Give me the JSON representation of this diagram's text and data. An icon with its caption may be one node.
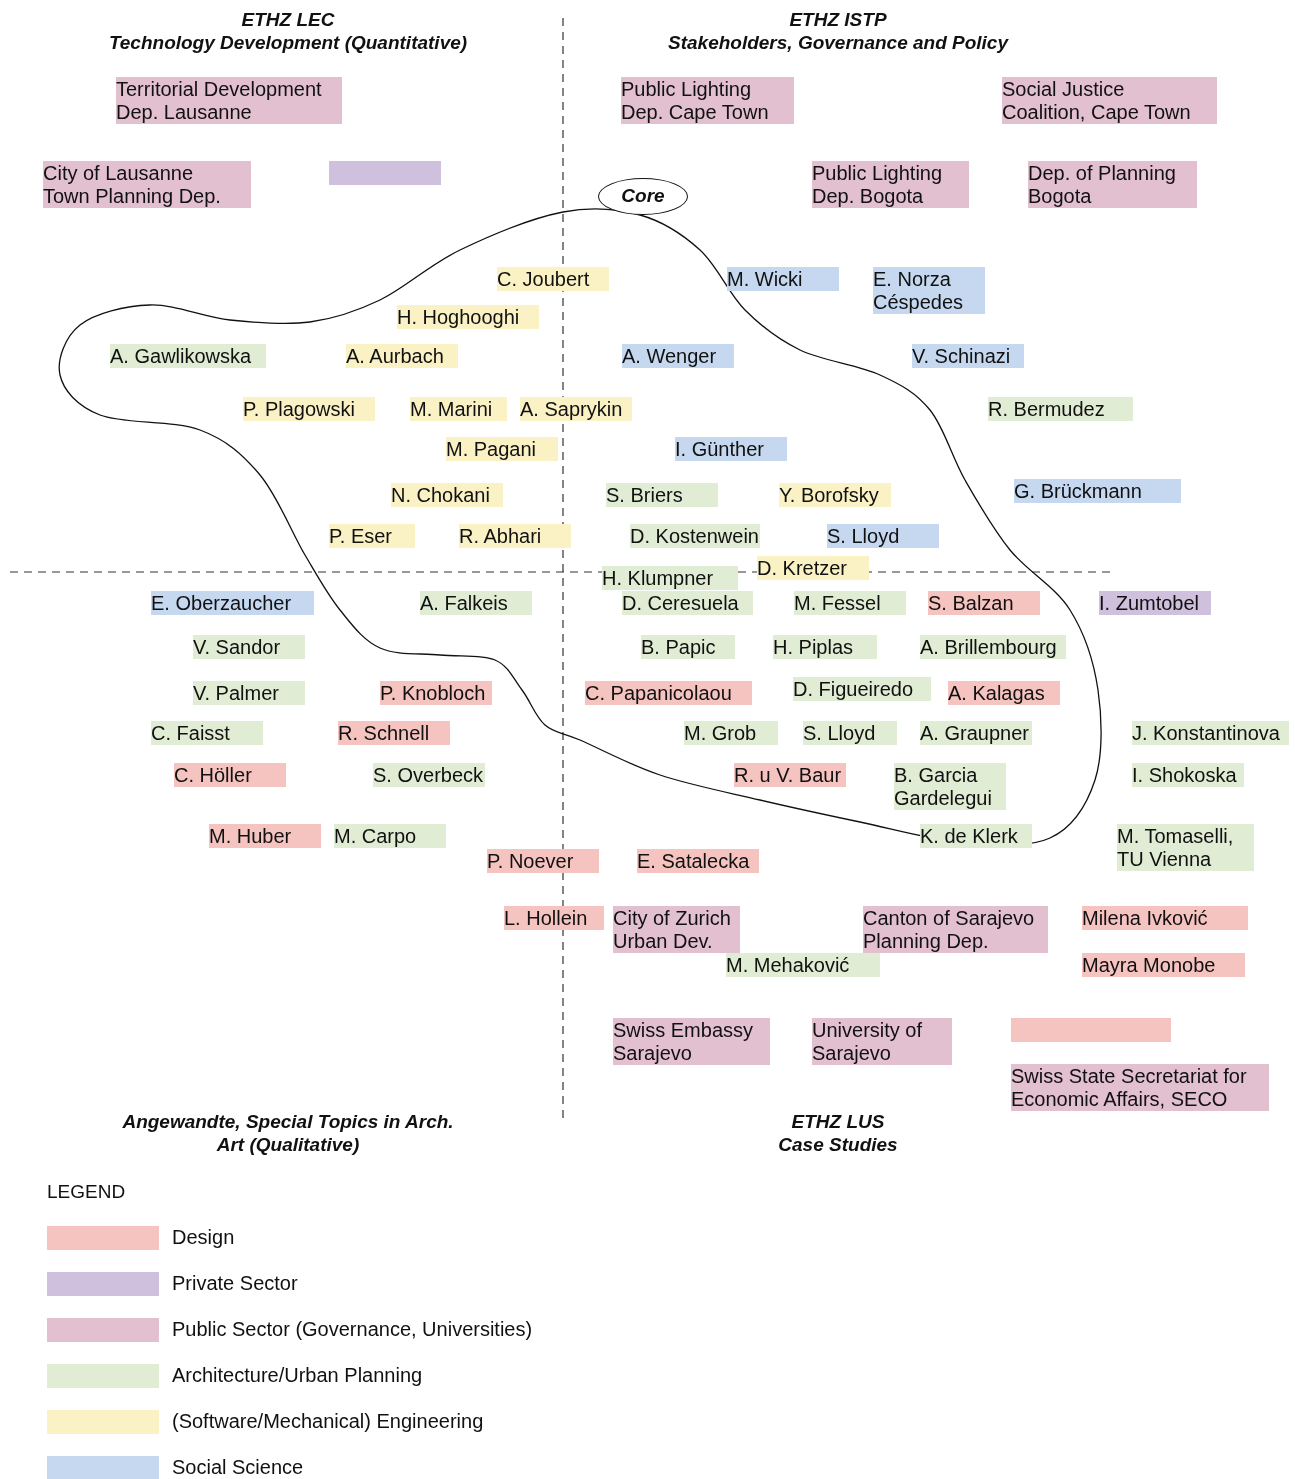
{
  "diagram": {
    "nodes": [
      {
        "text": [
          "Territorial Development Dep. Lausanne"
        ]
      },
      {
        "text": [
          "City of Lausanne Town Planning Dep."
        ]
      },
      {
        "text": [],
        "shape": "box"
      },
      {
        "text": [
          "Public Lighting Dep. Cape Town"
        ]
      },
      {
        "text": [
          "Social Justice Coalition, Cape Town"
        ]
      },
      {
        "text": [
          "Public Lighting Dep. Bogota"
        ]
      },
      {
        "text": [
          "Dep. of Planning Bogota"
        ]
      },
      {
        "text": [
          "Core"
        ]
      },
      {
        "text": [
          "C. Joubert"
        ]
      },
      {
        "text": [
          "M. Wicki"
        ]
      },
      {
        "text": [
          "E. Norza Céspedes"
        ]
      },
      {
        "text": [
          "H. Hoghooghi"
        ]
      },
      {
        "text": [
          "A. Gawlikowska"
        ]
      },
      {
        "text": [
          "A. Aurbach"
        ]
      },
      {
        "text": [
          "A. Wenger"
        ]
      },
      {
        "text": [
          "V. Schinazi"
        ]
      },
      {
        "text": [
          "P. Plagowski"
        ]
      },
      {
        "text": [
          "M. Marini"
        ]
      },
      {
        "text": [
          "A. Saprykin"
        ]
      },
      {
        "text": [
          "R. Bermudez"
        ]
      },
      {
        "text": [
          "M. Pagani"
        ]
      },
      {
        "text": [
          "I. Günther"
        ]
      },
      {
        "text": [
          "G. Brückmann"
        ]
      },
      {
        "text": [
          "N. Chokani"
        ]
      },
      {
        "text": [
          "S. Briers"
        ]
      },
      {
        "text": [
          "Y. Borofsky"
        ]
      },
      {
        "text": [
          "P. Eser"
        ]
      },
      {
        "text": [
          "R. Abhari"
        ]
      },
      {
        "text": [
          "D. Kostenwein"
        ]
      },
      {
        "text": [
          "S. Lloyd"
        ]
      },
      {
        "text": [
          "D. Kretzer"
        ]
      },
      {
        "text": [
          "H. Klumpner"
        ]
      },
      {
        "text": [
          "E. Oberzaucher"
        ]
      },
      {
        "text": [
          "A. Falkeis"
        ]
      },
      {
        "text": [
          "D. Ceresuela"
        ]
      },
      {
        "text": [
          "M. Fessel"
        ]
      },
      {
        "text": [
          "S. Balzan"
        ]
      },
      {
        "text": [
          "I. Zumtobel"
        ]
      },
      {
        "text": [
          "V. Sandor"
        ]
      },
      {
        "text": [
          "B. Papic"
        ]
      },
      {
        "text": [
          "H. Piplas"
        ]
      },
      {
        "text": [
          "A. Brillembourg"
        ]
      },
      {
        "text": [
          "V. Palmer"
        ]
      },
      {
        "text": [
          "P. Knobloch"
        ]
      },
      {
        "text": [
          "C. Papanicolaou"
        ]
      },
      {
        "text": [
          "D. Figueiredo"
        ]
      },
      {
        "text": [
          "A. Kalagas"
        ]
      },
      {
        "text": [
          "C. Faisst"
        ]
      },
      {
        "text": [
          "R. Schnell"
        ]
      },
      {
        "text": [
          "M. Grob"
        ]
      },
      {
        "text": [
          "S. Lloyd"
        ]
      },
      {
        "text": [
          "A. Graupner"
        ]
      },
      {
        "text": [
          "J. Konstantinova"
        ]
      },
      {
        "text": [
          "C. Höller"
        ]
      },
      {
        "text": [
          "S. Overbeck"
        ]
      },
      {
        "text": [
          "R. u V. Baur"
        ]
      },
      {
        "text": [
          "B. Garcia Gardelegui"
        ]
      },
      {
        "text": [
          "I. Shokoska"
        ]
      },
      {
        "text": [
          "M. Huber"
        ]
      },
      {
        "text": [
          "M. Carpo"
        ]
      },
      {
        "text": [
          "K. de Klerk"
        ]
      },
      {
        "text": [
          "M. Tomaselli, TU Vienna"
        ]
      },
      {
        "text": [
          "P. Noever"
        ]
      },
      {
        "text": [
          "E. Satalecka"
        ]
      },
      {
        "text": [
          "L. Hollein"
        ]
      },
      {
        "text": [
          "City of Zurich Urban Dev."
        ]
      },
      {
        "text": [
          "Canton of Sarajevo Planning Dep."
        ]
      },
      {
        "text": [
          "Milena Ivković"
        ]
      },
      {
        "text": [
          "M. Mehaković"
        ]
      },
      {
        "text": [
          "Mayra Monobe"
        ]
      },
      {
        "text": [
          "Swiss Embassy Sarajevo"
        ]
      },
      {
        "text": [
          "University of Sarajevo"
        ]
      },
      {
        "text": [],
        "shape": "box"
      },
      {
        "text": [
          "Swiss State Secretariat for Economic Affairs, SECO"
        ]
      }
    ],
    "labels": [
      "ETHZ LEC",
      "Technology Development (Quantitative)",
      "ETHZ ISTP",
      "Stakeholders, Governance and Policy",
      "Angewandte, Special Topics in Arch.",
      "Art (Qualitative)",
      "ETHZ LUS",
      "Case Studies",
      "LEGEND"
    ],
    "legend": [
      {
        "text": "Design",
        "color": "#f5c4c0"
      },
      {
        "text": "Private Sector",
        "color": "#cfc0de"
      },
      {
        "text": "Public Sector (Governance, Universities)",
        "color": "#e3c0d0"
      },
      {
        "text": "Architecture/Urban Planning",
        "color": "#e0ecd4"
      },
      {
        "text": "(Software/Mechanical) Engineering",
        "color": "#faf2c4"
      },
      {
        "text": "Social Science",
        "color": "#c5d8ef"
      }
    ]
  }
}
